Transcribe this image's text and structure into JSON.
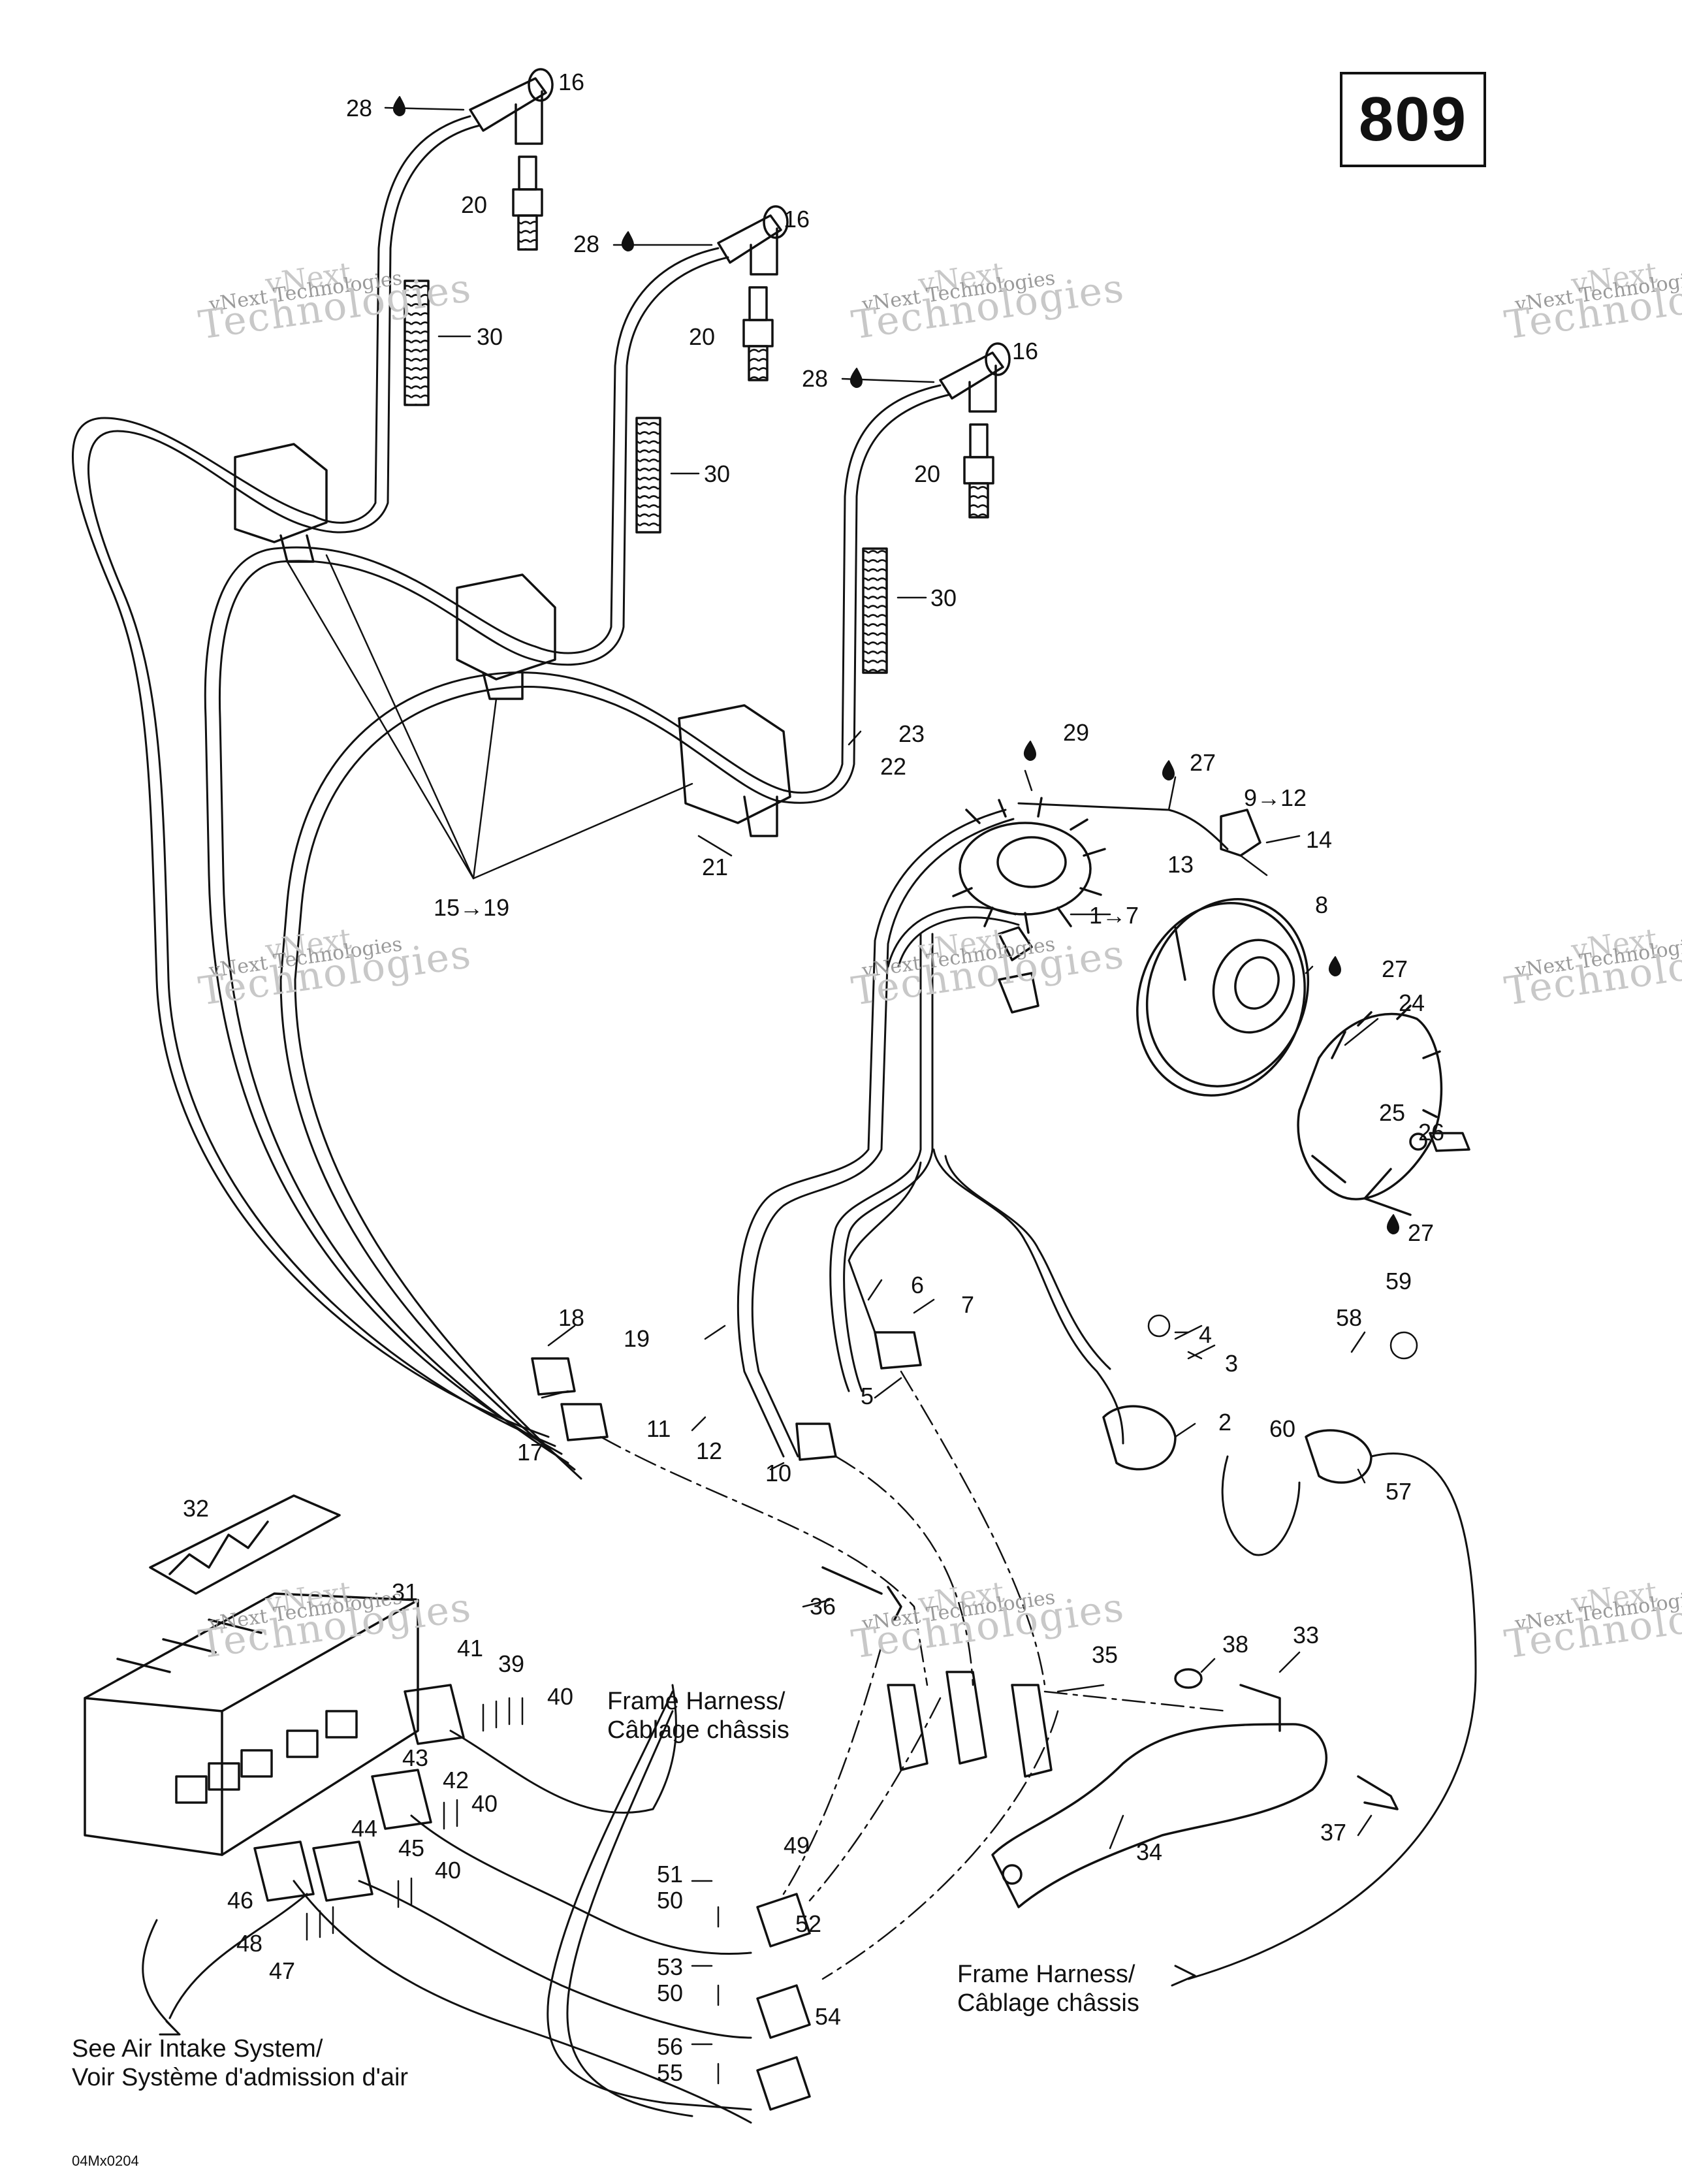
{
  "page_number": "809",
  "drawing_code": "04Mx0204",
  "watermark": {
    "line1": "vNext",
    "line2": "vNext Technologies",
    "line3": "Technologies"
  },
  "notes": {
    "frame_harness_left": [
      "Frame Harness/",
      "Câblage châssis"
    ],
    "frame_harness_right": [
      "Frame Harness/",
      "Câblage châssis"
    ],
    "air_intake": [
      "See Air Intake System/",
      "Voir Système d'admission d'air"
    ]
  },
  "callouts": [
    {
      "id": "c16a",
      "text": "16"
    },
    {
      "id": "c28a",
      "text": "28"
    },
    {
      "id": "c20a",
      "text": "20"
    },
    {
      "id": "c16b",
      "text": "16"
    },
    {
      "id": "c28b",
      "text": "28"
    },
    {
      "id": "c20b",
      "text": "20"
    },
    {
      "id": "c16c",
      "text": "16"
    },
    {
      "id": "c28c",
      "text": "28"
    },
    {
      "id": "c20c",
      "text": "20"
    },
    {
      "id": "c30a",
      "text": "30"
    },
    {
      "id": "c30b",
      "text": "30"
    },
    {
      "id": "c30c",
      "text": "30"
    },
    {
      "id": "c23",
      "text": "23"
    },
    {
      "id": "c22",
      "text": "22"
    },
    {
      "id": "c21",
      "text": "21"
    },
    {
      "id": "c15",
      "text": "15→19"
    },
    {
      "id": "c29",
      "text": "29"
    },
    {
      "id": "c27a",
      "text": "27"
    },
    {
      "id": "c9",
      "text": "9→12"
    },
    {
      "id": "c14a",
      "text": "14"
    },
    {
      "id": "c13",
      "text": "13"
    },
    {
      "id": "c8",
      "text": "8"
    },
    {
      "id": "c1",
      "text": "1→7"
    },
    {
      "id": "c27b",
      "text": "27"
    },
    {
      "id": "c24",
      "text": "24"
    },
    {
      "id": "c25",
      "text": "25"
    },
    {
      "id": "c26",
      "text": "26"
    },
    {
      "id": "c27c",
      "text": "27"
    },
    {
      "id": "c18",
      "text": "18"
    },
    {
      "id": "c19",
      "text": "19"
    },
    {
      "id": "c17",
      "text": "17"
    },
    {
      "id": "c11",
      "text": "11"
    },
    {
      "id": "c12",
      "text": "12"
    },
    {
      "id": "c10",
      "text": "10"
    },
    {
      "id": "c6",
      "text": "6"
    },
    {
      "id": "c7",
      "text": "7"
    },
    {
      "id": "c5",
      "text": "5"
    },
    {
      "id": "c4",
      "text": "4"
    },
    {
      "id": "c3",
      "text": "3"
    },
    {
      "id": "c2",
      "text": "2"
    },
    {
      "id": "c58",
      "text": "58"
    },
    {
      "id": "c59",
      "text": "59"
    },
    {
      "id": "c60",
      "text": "60"
    },
    {
      "id": "c57",
      "text": "57"
    },
    {
      "id": "c32",
      "text": "32"
    },
    {
      "id": "c31",
      "text": "31"
    },
    {
      "id": "c41",
      "text": "41"
    },
    {
      "id": "c39",
      "text": "39"
    },
    {
      "id": "c40a",
      "text": "40"
    },
    {
      "id": "c43",
      "text": "43"
    },
    {
      "id": "c42",
      "text": "42"
    },
    {
      "id": "c40b",
      "text": "40"
    },
    {
      "id": "c44",
      "text": "44"
    },
    {
      "id": "c45",
      "text": "45"
    },
    {
      "id": "c40c",
      "text": "40"
    },
    {
      "id": "c46",
      "text": "46"
    },
    {
      "id": "c48",
      "text": "48"
    },
    {
      "id": "c47",
      "text": "47"
    },
    {
      "id": "c36",
      "text": "36"
    },
    {
      "id": "c35",
      "text": "35"
    },
    {
      "id": "c38",
      "text": "38"
    },
    {
      "id": "c33",
      "text": "33"
    },
    {
      "id": "c37",
      "text": "37"
    },
    {
      "id": "c34",
      "text": "34"
    },
    {
      "id": "c51",
      "text": "51"
    },
    {
      "id": "c49",
      "text": "49"
    },
    {
      "id": "c50a",
      "text": "50"
    },
    {
      "id": "c52",
      "text": "52"
    },
    {
      "id": "c53",
      "text": "53"
    },
    {
      "id": "c50b",
      "text": "50"
    },
    {
      "id": "c54",
      "text": "54"
    },
    {
      "id": "c56",
      "text": "56"
    },
    {
      "id": "c55",
      "text": "55"
    }
  ]
}
